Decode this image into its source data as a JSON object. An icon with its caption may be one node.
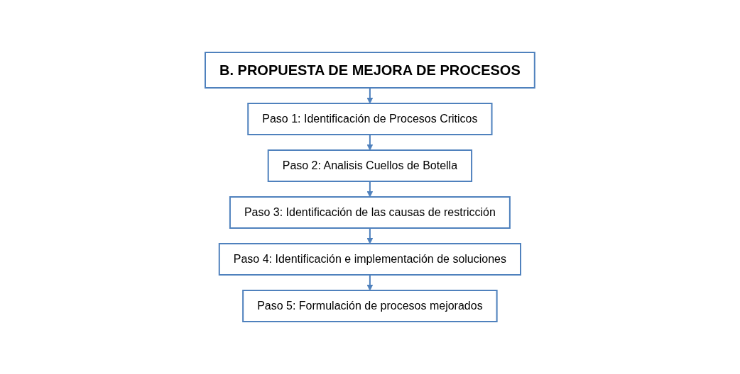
{
  "diagram": {
    "nodes": [
      {
        "text": [
          "B. PROPUESTA DE MEJORA DE PROCESOS"
        ]
      },
      {
        "text": [
          "Paso 1: Identificación de Procesos Criticos"
        ]
      },
      {
        "text": [
          "Paso 2: Analisis Cuellos de Botella"
        ]
      },
      {
        "text": [
          "Paso 3: Identificación de las causas de restricción"
        ]
      },
      {
        "text": [
          "Paso 4: Identificación  e implementación de soluciones"
        ]
      },
      {
        "text": [
          "Paso 5: Formulación de procesos mejorados"
        ]
      }
    ],
    "edges": [
      {
        "from": 0,
        "to": 1,
        "arrow": "to"
      },
      {
        "from": 1,
        "to": 2,
        "arrow": "to"
      },
      {
        "from": 2,
        "to": 3,
        "arrow": "to"
      },
      {
        "from": 3,
        "to": 4,
        "arrow": "to"
      },
      {
        "from": 4,
        "to": 5,
        "arrow": "to"
      }
    ]
  }
}
